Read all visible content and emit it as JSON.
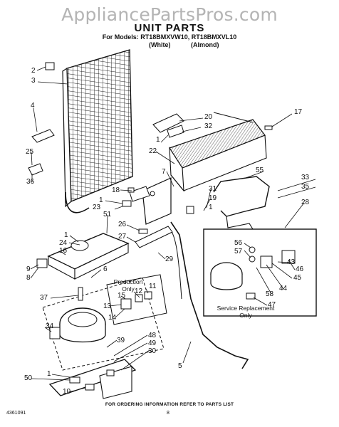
{
  "watermark": "AppliancePartsPros.com",
  "title": "UNIT PARTS",
  "models_line": "For Models: RT18BMXVW10, RT18BMXVL10",
  "variant_white": "(White)",
  "variant_almond": "(Almond)",
  "production_only": "Production\nOnly",
  "service_replacement_only": "Service Replacement\nOnly",
  "footer": "FOR ORDERING INFORMATION REFER TO PARTS LIST",
  "doc_number": "4361091",
  "page_number": "8",
  "callouts": {
    "c2": "2",
    "c3": "3",
    "c4": "4",
    "c25": "25",
    "c36": "36",
    "c20": "20",
    "c32": "32",
    "c17": "17",
    "c1a": "1",
    "c22": "22",
    "c7": "7",
    "c55": "55",
    "c33": "33",
    "c35": "35",
    "c18": "18",
    "c1b": "1",
    "c31": "31",
    "c19": "19",
    "c1c": "1",
    "c23": "23",
    "c51": "51",
    "c28": "28",
    "c1d": "1",
    "c24": "24",
    "c16": "16",
    "c9": "9",
    "c8": "8",
    "c26": "26",
    "c27": "27",
    "c29": "29",
    "c6": "6",
    "c37": "37",
    "c56": "56",
    "c57": "57",
    "c46": "46",
    "c43": "43",
    "c45": "45",
    "c44": "44",
    "c58": "58",
    "c47": "47",
    "c11": "11",
    "c12": "12",
    "c15": "15",
    "c13": "13",
    "c14": "14",
    "c34": "34",
    "c39": "39",
    "c48": "48",
    "c49": "49",
    "c30": "30",
    "c5": "5",
    "c50": "50",
    "c1e": "1",
    "c10": "10"
  }
}
